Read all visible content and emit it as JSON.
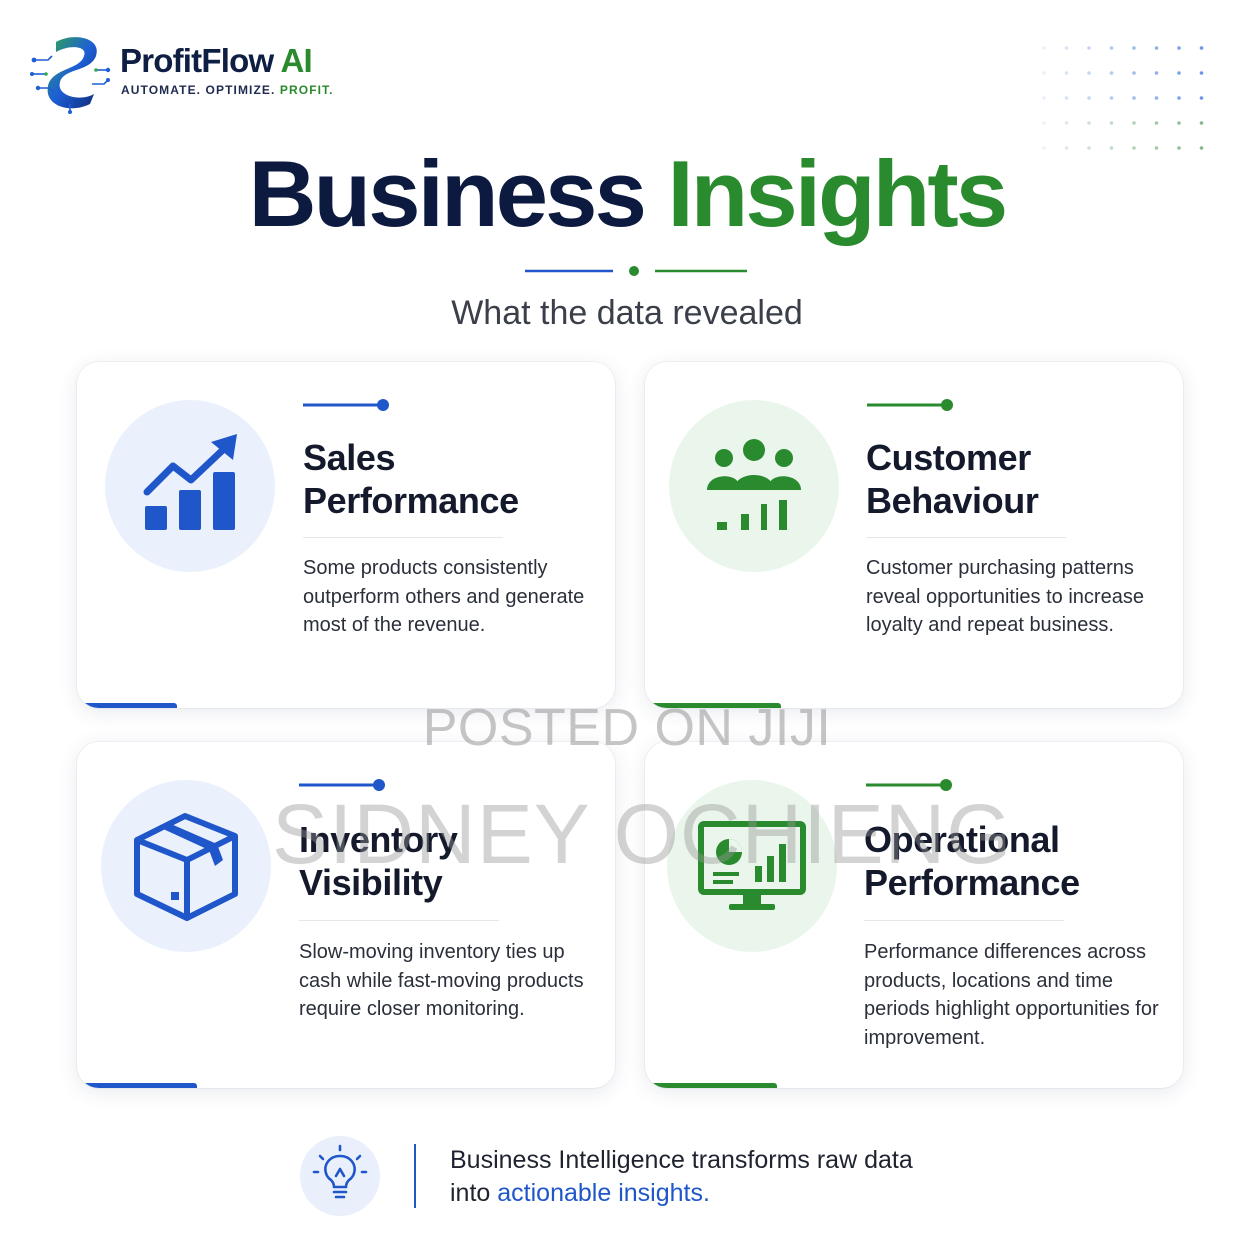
{
  "brand": {
    "name_main": "ProfitFlow",
    "name_accent": " AI",
    "tagline_main": "AUTOMATE. OPTIMIZE.",
    "tagline_accent": " PROFIT."
  },
  "header": {
    "title_main": "Business",
    "title_accent": " Insights",
    "subtitle": "What the data revealed"
  },
  "cards": [
    {
      "icon": "chart-up-icon",
      "title_line1": "Sales",
      "title_line2": "Performance",
      "body": "Some products consistently outperform others and generate most of the revenue."
    },
    {
      "icon": "customers-icon",
      "title_line1": "Customer",
      "title_line2": "Behaviour",
      "body": "Customer purchasing patterns reveal opportunities to increase loyalty and repeat business."
    },
    {
      "icon": "box-icon",
      "title_line1": "Inventory",
      "title_line2": "Visibility",
      "body": "Slow-moving inventory ties up cash while fast-moving products require closer monitoring."
    },
    {
      "icon": "monitor-dashboard-icon",
      "title_line1": "Operational",
      "title_line2": "Performance",
      "body": "Performance differences across products, locations and time periods highlight opportunities for improvement."
    }
  ],
  "watermark": {
    "line1": "POSTED ON JIJI",
    "line2": "SIDNEY OCHIENG"
  },
  "footer": {
    "icon": "lightbulb-icon",
    "line1": "Business Intelligence transforms raw data",
    "line2_prefix": "into ",
    "line2_highlight": "actionable insights."
  },
  "colors": {
    "navy": "#0d1a40",
    "green": "#2a8a2e",
    "blue": "#1f56c9"
  }
}
